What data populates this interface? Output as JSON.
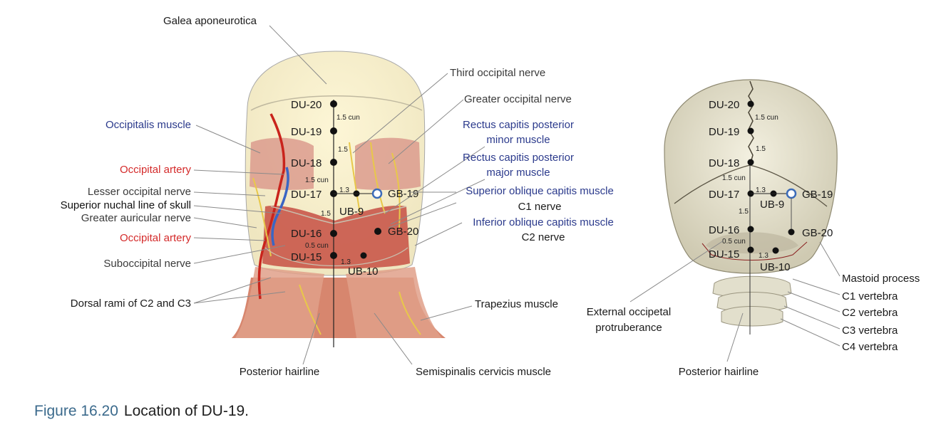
{
  "colors": {
    "blue": "#2b3a8c",
    "red": "#d42a2a",
    "black": "#1a1a1a",
    "gb19_ring": "#3b6bb8"
  },
  "left_labels": {
    "galea": "Galea aponeurotica",
    "third_occipital": "Third occipital nerve",
    "greater_occipital": "Greater occipital nerve",
    "occipitalis": "Occipitalis muscle",
    "rcp_minor_1": "Rectus capitis posterior",
    "rcp_minor_2": "minor muscle",
    "rcp_major_1": "Rectus capitis posterior",
    "rcp_major_2": "major muscle",
    "occipital_artery_1": "Occipital artery",
    "lesser_occipital": "Lesser occipital nerve",
    "superior_nuchal": "Superior nuchal line of skull",
    "greater_auricular": "Greater auricular nerve",
    "superior_oblique": "Superior oblique capitis muscle",
    "c1_nerve": "C1 nerve",
    "inferior_oblique": "Inferior oblique capitis muscle",
    "c2_nerve": "C2 nerve",
    "occipital_artery_2": "Occipital artery",
    "suboccipital": "Suboccipital nerve",
    "dorsal_rami": "Dorsal rami of C2 and C3",
    "trapezius": "Trapezius muscle",
    "posterior_hairline": "Posterior hairline",
    "semispinalis": "Semispinalis cervicis muscle"
  },
  "right_labels": {
    "mastoid": "Mastoid process",
    "c1_vertebra": "C1 vertebra",
    "c2_vertebra": "C2 vertebra",
    "c3_vertebra": "C3 vertebra",
    "c4_vertebra": "C4 vertebra",
    "external_occipital_1": "External occipetal",
    "external_occipital_2": "protruberance",
    "posterior_hairline": "Posterior hairline"
  },
  "points": {
    "du20": "DU-20",
    "du19": "DU-19",
    "du18": "DU-18",
    "du17": "DU-17",
    "du16": "DU-16",
    "du15": "DU-15",
    "gb19": "GB-19",
    "gb20": "GB-20",
    "ub9": "UB-9",
    "ub10": "UB-10"
  },
  "distances": {
    "d_20_19": "1.5 cun",
    "d_19_18": "1.5",
    "d_18_17": "1.5 cun",
    "d_17_16": "1.5",
    "d_16_15": "0.5 cun",
    "d_17_gb19": "1.3",
    "d_15_ub10": "1.3"
  },
  "caption": {
    "number": "Figure 16.20",
    "text": "Location of DU-19."
  }
}
